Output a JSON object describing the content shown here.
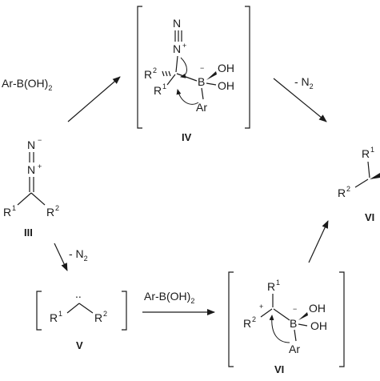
{
  "reagents": {
    "arylboronic_acid_top": "Ar-B(OH)",
    "arylboronic_acid_top_sub": "2",
    "arylboronic_acid_bottom": "Ar-B(OH)",
    "arylboronic_acid_bottom_sub": "2",
    "loss_n2_top": "- N",
    "loss_n2_top_sub": "2",
    "loss_n2_left": "- N",
    "loss_n2_left_sub": "2"
  },
  "atoms": {
    "N": "N",
    "B": "B",
    "OH": "OH",
    "Ar": "Ar",
    "R": "R",
    "one": "1",
    "two": "2",
    "plus": "+",
    "minus": "−",
    "lone_pair": "··",
    "carbene_dots": ".."
  },
  "compounds": {
    "III": "III",
    "IV": "IV",
    "V": "V",
    "VI_bottom": "VI",
    "VII_partial": "VI"
  }
}
